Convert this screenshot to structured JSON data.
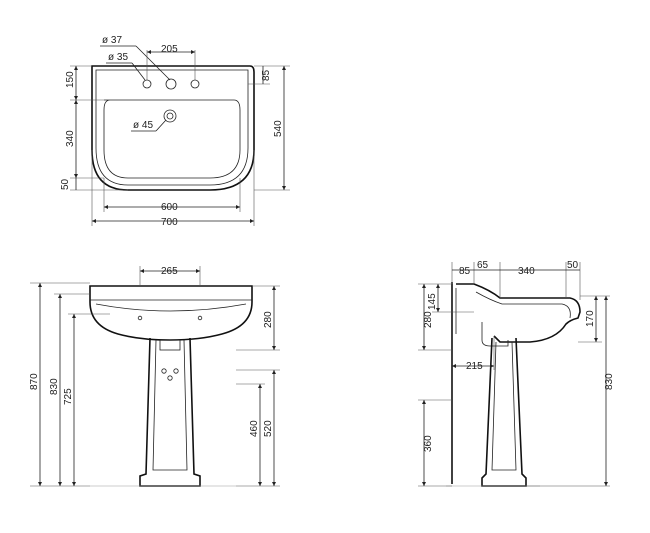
{
  "top_view": {
    "hole_large": "ø 37",
    "hole_small": "ø 35",
    "hole_spacing": "205",
    "drain": "ø 45",
    "left_top": "150",
    "left_mid": "340",
    "left_bottom": "50",
    "right_top": "85",
    "right_total": "540",
    "inner_width": "600",
    "outer_width": "700"
  },
  "front_view": {
    "top_width": "265",
    "h_total": "870",
    "h_830": "830",
    "h_725": "725",
    "basin_height": "280",
    "h_460": "460",
    "h_520": "520"
  },
  "side_view": {
    "d_85": "85",
    "d_65": "65",
    "d_340": "340",
    "d_50": "50",
    "h_145": "145",
    "h_280": "280",
    "h_170": "170",
    "d_215": "215",
    "h_830": "830",
    "h_360": "360"
  }
}
